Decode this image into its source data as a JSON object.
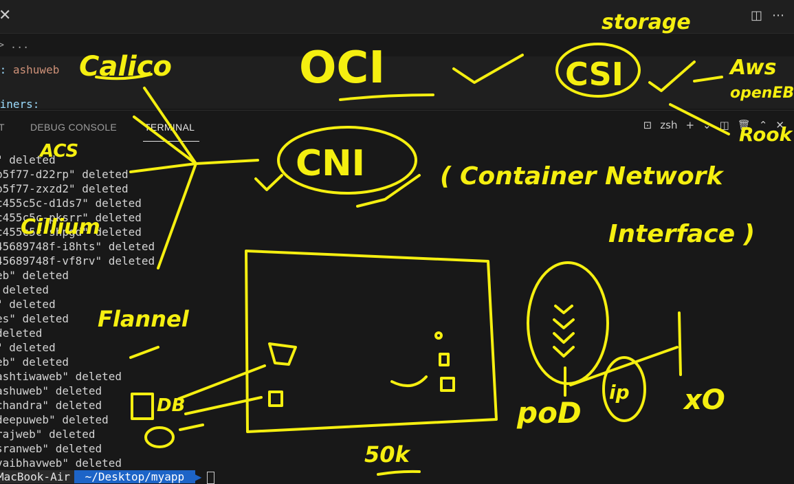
{
  "topbar": {
    "close_glyph": "✕",
    "icons": [
      "split-editor-icon",
      "more-icon"
    ]
  },
  "breadcrumb": {
    "text": "> ..."
  },
  "editor": {
    "line1_key": "p:",
    "line1_value": " ashuweb",
    "line2_key": "ainers:"
  },
  "panel": {
    "tabs": [
      {
        "label": "T"
      },
      {
        "label": "DEBUG CONSOLE"
      },
      {
        "label": "TERMINAL"
      }
    ],
    "shell_label": "zsh"
  },
  "terminal": {
    "lines": [
      "\" deleted",
      "b5f77-d22rp\" deleted",
      "b5f77-zxzd2\" deleted",
      "c455c5c-d1ds7\" deleted",
      "c455c5c-pksrr\" deleted",
      "c455c5c-shpgd\" deleted",
      "45689748f-i8hts\" deleted",
      "45689748f-vf8rv\" deleted",
      "eb\" deleted",
      " deleted",
      "\" deleted",
      "es\" deleted",
      "deleted",
      "\" deleted",
      "eb\" deleted",
      "ashtiwaweb\" deleted",
      "ashuweb\" deleted",
      "chandra\" deleted",
      "deepuweb\" deleted",
      "rajweb\" deleted",
      "sranweb\" deleted",
      "vaibhavweb\" deleted"
    ],
    "prompt_host": "MacBook-Air",
    "prompt_dir": " ~/Desktop/myapp "
  },
  "annotations": {
    "calico": "Calico",
    "oci": "OCI",
    "csi": "CSI",
    "storage": "storage",
    "aws": "Aws",
    "openebs": "openEBS",
    "rook": "Rook",
    "acs": "ACS",
    "cni": "CNI",
    "container_network": "( Container Network",
    "interface": "Interface )",
    "cillium": "Cillium",
    "flannel": "Flannel",
    "db": "DB",
    "pod": "poD",
    "ip": "ip",
    "x_o": "xO",
    "sok": "50k"
  }
}
